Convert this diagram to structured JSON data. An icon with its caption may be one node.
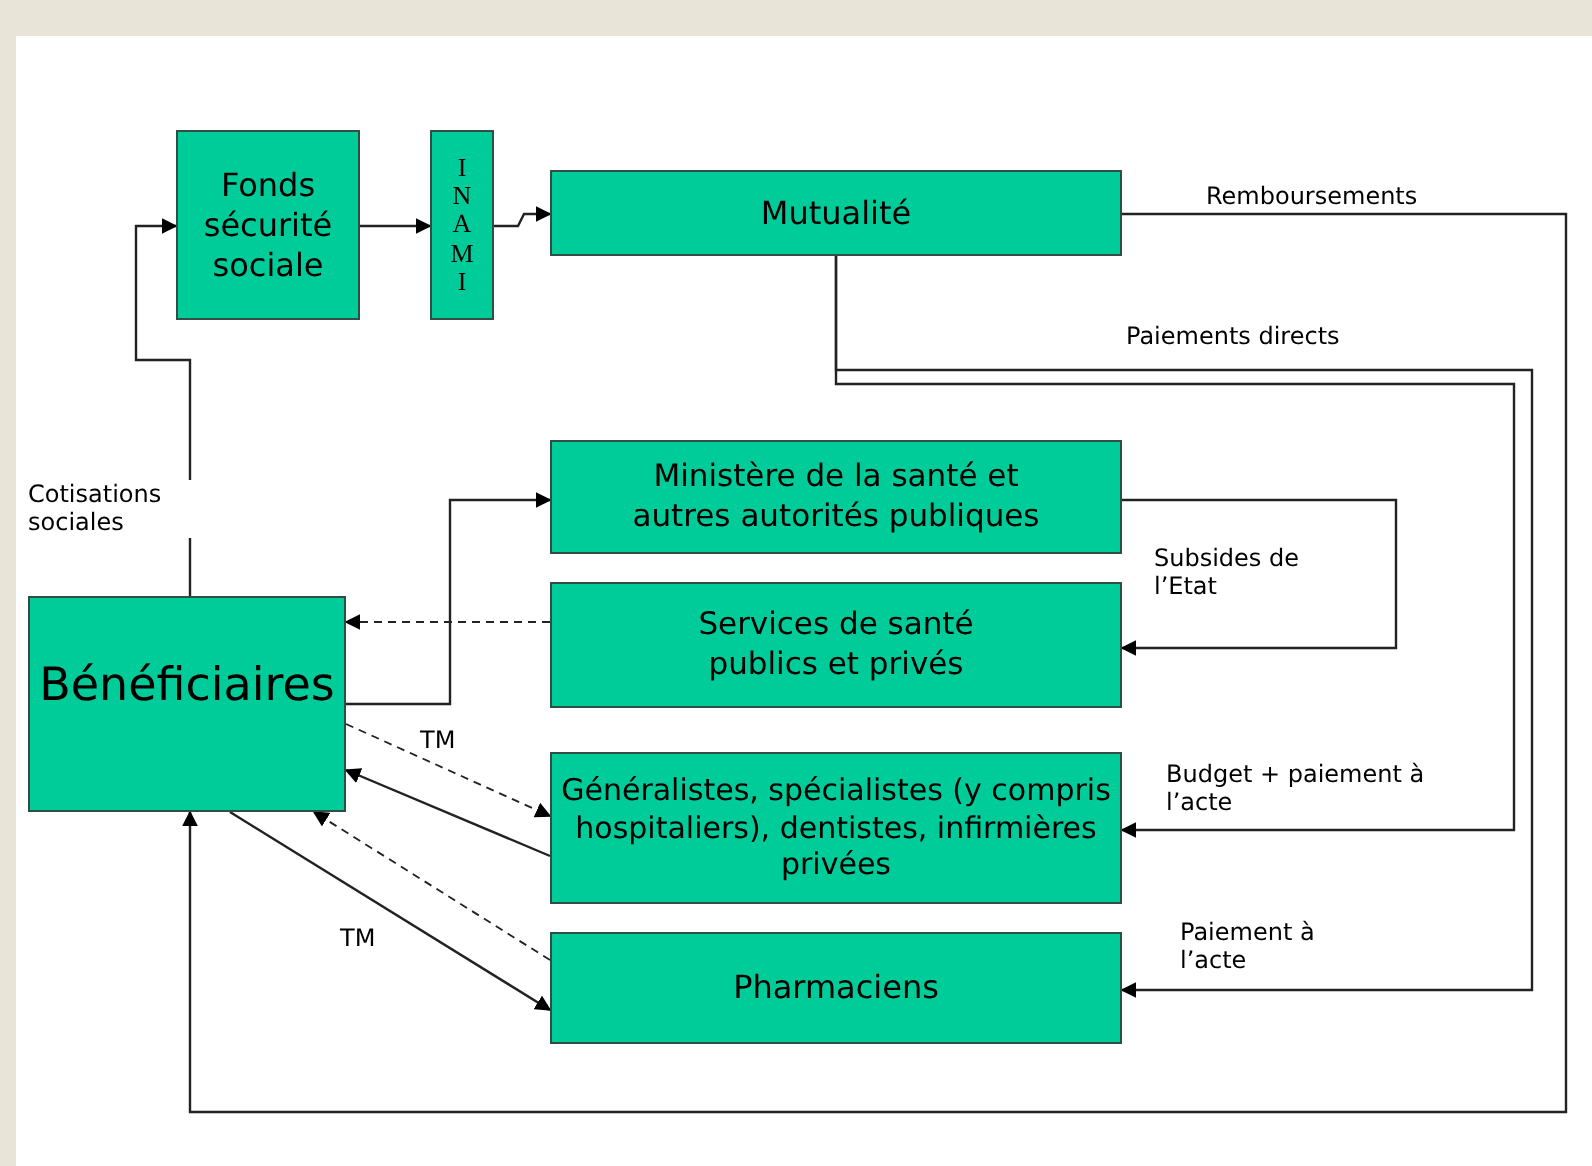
{
  "diagram": {
    "nodes": [
      {
        "text": [
          "Fonds sécurité sociale"
        ]
      },
      {
        "text": [
          "INAMI"
        ]
      },
      {
        "text": [
          "Mutualité"
        ]
      },
      {
        "text": [
          "Ministère de la santé et autres autorités publiques"
        ]
      },
      {
        "text": [
          "Services de santé publics et privés"
        ]
      },
      {
        "text": [
          "Généralistes, spécialistes (y compris hospitaliers), dentistes, infirmières privées"
        ]
      },
      {
        "text": [
          "Pharmaciens"
        ]
      },
      {
        "text": [
          "Bénéficiaires"
        ]
      }
    ],
    "edges": [
      {
        "from": 7,
        "to": 0,
        "arrow": "to",
        "label": "Cotisations sociales"
      },
      {
        "from": 0,
        "to": 1,
        "arrow": "to"
      },
      {
        "from": 1,
        "to": 2,
        "arrow": "to"
      },
      {
        "from": 2,
        "to": 7,
        "arrow": "to",
        "label": "Remboursements"
      },
      {
        "from": 2,
        "to": 6,
        "arrow": "to",
        "label": "Paiement à l’acte"
      },
      {
        "from": 2,
        "to": 5,
        "arrow": "to",
        "label": "Budget + paiement à l’acte"
      },
      {
        "from": 3,
        "to": 4,
        "arrow": "to",
        "label": "Subsides de l’Etat"
      },
      {
        "from": 7,
        "to": 3,
        "arrow": "to"
      },
      {
        "from": 4,
        "to": 7,
        "arrow": "to",
        "style": "dashed"
      },
      {
        "from": 7,
        "to": 5,
        "arrow": "to",
        "style": "dashed",
        "label": "TM"
      },
      {
        "from": 5,
        "to": 7,
        "arrow": "to"
      },
      {
        "from": 6,
        "to": 7,
        "arrow": "to",
        "style": "dashed"
      },
      {
        "from": 7,
        "to": 6,
        "arrow": "to",
        "label": "TM"
      }
    ],
    "labels": [
      "Paiements directs"
    ]
  }
}
